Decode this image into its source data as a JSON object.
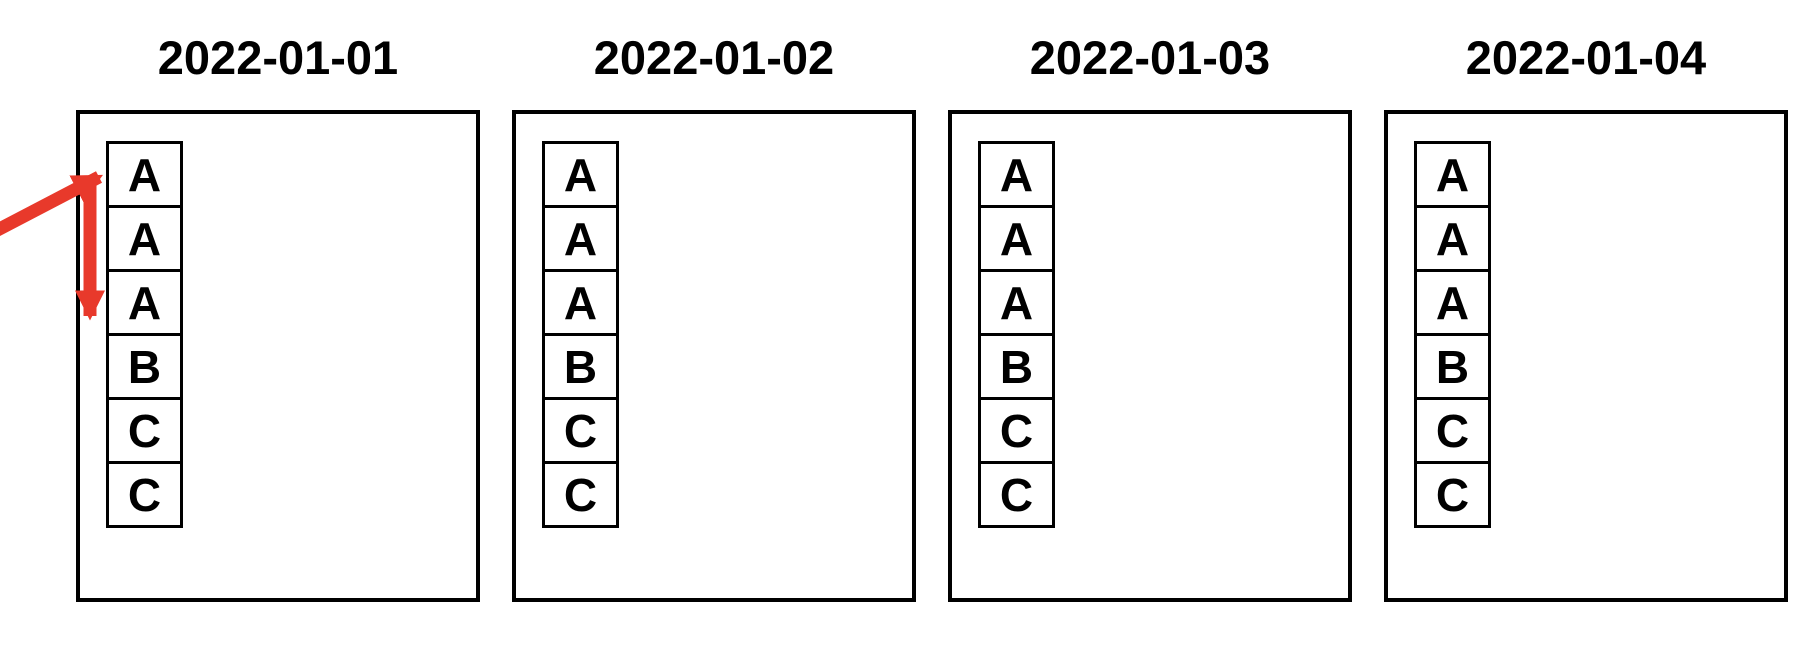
{
  "panels": [
    {
      "title": "2022-01-01",
      "cells": [
        "A",
        "A",
        "A",
        "B",
        "C",
        "C"
      ]
    },
    {
      "title": "2022-01-02",
      "cells": [
        "A",
        "A",
        "A",
        "B",
        "C",
        "C"
      ]
    },
    {
      "title": "2022-01-03",
      "cells": [
        "A",
        "A",
        "A",
        "B",
        "C",
        "C"
      ]
    },
    {
      "title": "2022-01-04",
      "cells": [
        "A",
        "A",
        "A",
        "B",
        "C",
        "C"
      ]
    }
  ],
  "annotation": {
    "arrow_color": "#E8392B"
  },
  "colors": {
    "line": "#000000",
    "background": "#FFFFFF"
  }
}
